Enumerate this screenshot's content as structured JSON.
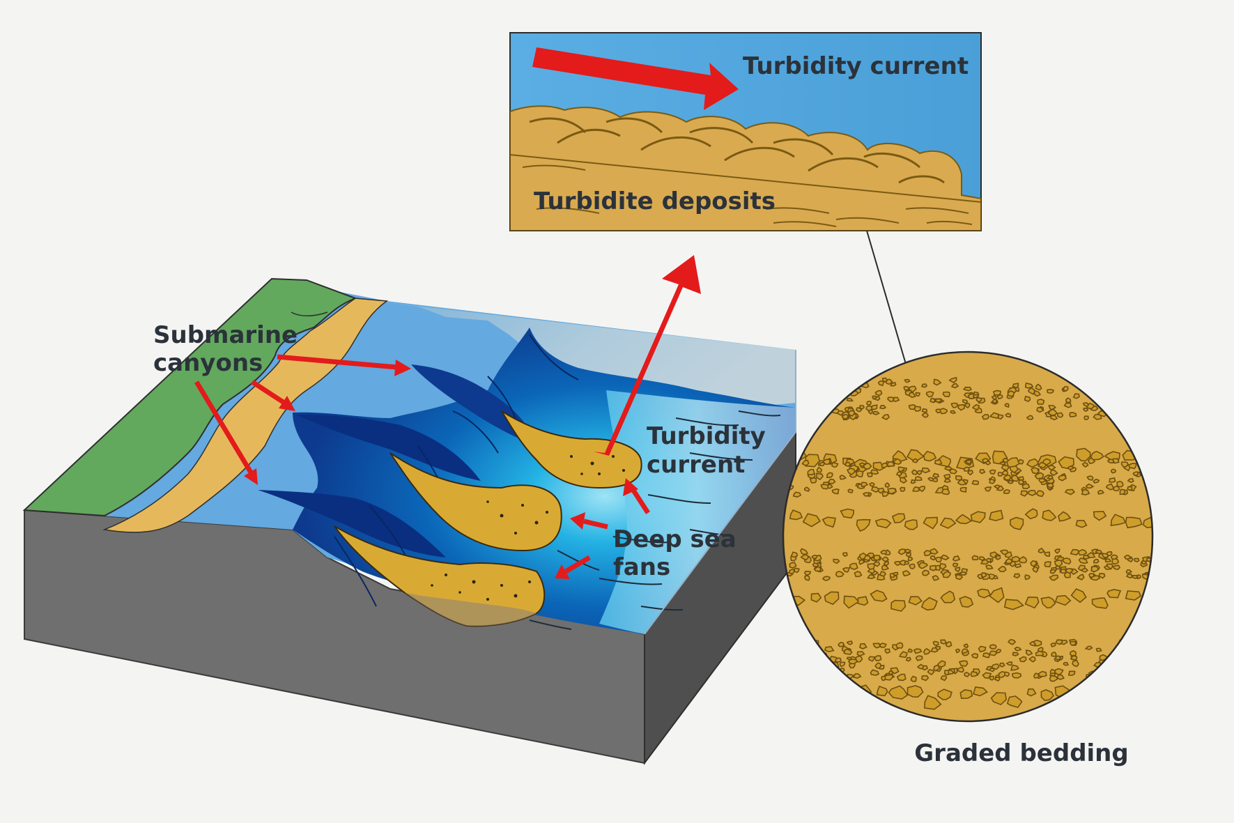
{
  "diagram": {
    "labels": {
      "submarine_canyons_line1": "Submarine",
      "submarine_canyons_line2": "canyons",
      "turbidity_current_line1": "Turbidity",
      "turbidity_current_line2": "current",
      "deep_sea_fans_line1": "Deep sea",
      "deep_sea_fans_line2": "fans",
      "inset_turbidity_current": "Turbidity current",
      "inset_turbidite_deposits": "Turbidite deposits",
      "graded_bedding": "Graded bedding"
    },
    "colors": {
      "land": "#62a95e",
      "beach": "#e6b85c",
      "shelf_water": "#64a9df",
      "deep_water": "#0d3e92",
      "fan_sediment": "#d9aa33",
      "arrow": "#e31b1b",
      "block_side": "#6d6d6d",
      "text": "#2b323a"
    }
  }
}
